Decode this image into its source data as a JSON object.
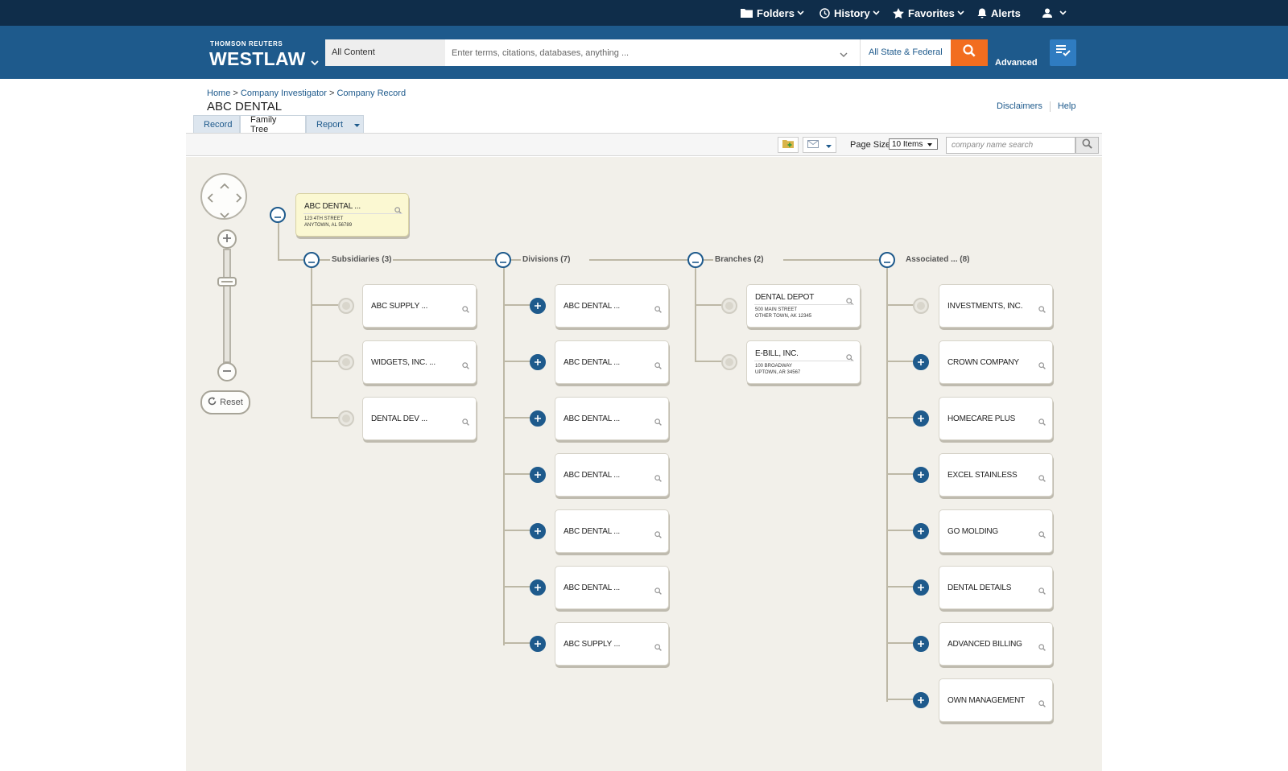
{
  "topbar": {
    "folders": "Folders",
    "history": "History",
    "favorites": "Favorites",
    "alerts": "Alerts"
  },
  "header": {
    "brand_top": "THOMSON REUTERS",
    "brand_main": "WESTLAW",
    "content_select": "All Content",
    "search_placeholder": "Enter terms, citations, databases, anything ...",
    "jurisdiction": "All State & Federal",
    "advanced": "Advanced"
  },
  "breadcrumb": {
    "home": "Home",
    "company_investigator": "Company Investigator",
    "company_record": "Company Record",
    "sep": ">"
  },
  "page_title": "ABC DENTAL",
  "links": {
    "disclaimers": "Disclaimers",
    "help": "Help"
  },
  "tabs": {
    "record": "Record",
    "family_tree": "Family Tree",
    "report": "Report"
  },
  "toolbar": {
    "page_size_label": "Page Size",
    "page_size_value": "10 Items",
    "company_search_placeholder": "company name search"
  },
  "controls": {
    "reset": "Reset"
  },
  "tree": {
    "root": {
      "name": "ABC DENTAL ...",
      "address1": "123 4TH STREET",
      "address2": "ANYTOWN, AL 56789"
    },
    "subsidiaries": {
      "label": "Subsidiaries (3)",
      "items": [
        {
          "name": "ABC SUPPLY ..."
        },
        {
          "name": "WIDGETS, INC. ..."
        },
        {
          "name": "DENTAL DEV ..."
        }
      ]
    },
    "divisions": {
      "label": "Divisions (7)",
      "items": [
        {
          "name": "ABC DENTAL ..."
        },
        {
          "name": "ABC DENTAL ..."
        },
        {
          "name": "ABC DENTAL ..."
        },
        {
          "name": "ABC DENTAL ..."
        },
        {
          "name": "ABC DENTAL ..."
        },
        {
          "name": "ABC DENTAL ..."
        },
        {
          "name": "ABC SUPPLY ..."
        }
      ]
    },
    "branches": {
      "label": "Branches (2)",
      "items": [
        {
          "name": "DENTAL DEPOT",
          "address1": "500 MAIN STREET",
          "address2": "OTHER TOWN, AK 12345"
        },
        {
          "name": "E-BILL, INC.",
          "address1": "100 BROADWAY",
          "address2": "UPTOWN, AR 34567"
        }
      ]
    },
    "associated": {
      "label": "Associated ... (8)",
      "items": [
        {
          "name": "INVESTMENTS, INC."
        },
        {
          "name": "CROWN COMPANY"
        },
        {
          "name": "HOMECARE PLUS"
        },
        {
          "name": "EXCEL STAINLESS"
        },
        {
          "name": "GO MOLDING"
        },
        {
          "name": "DENTAL DETAILS"
        },
        {
          "name": "ADVANCED BILLING"
        },
        {
          "name": "OWN MANAGEMENT"
        }
      ]
    }
  },
  "colors": {
    "topbar": "#0f2d4a",
    "header": "#1e5a8c",
    "search_button": "#f26d1f",
    "canvas": "#f2f0ea",
    "root_node": "#fbf8d2"
  }
}
